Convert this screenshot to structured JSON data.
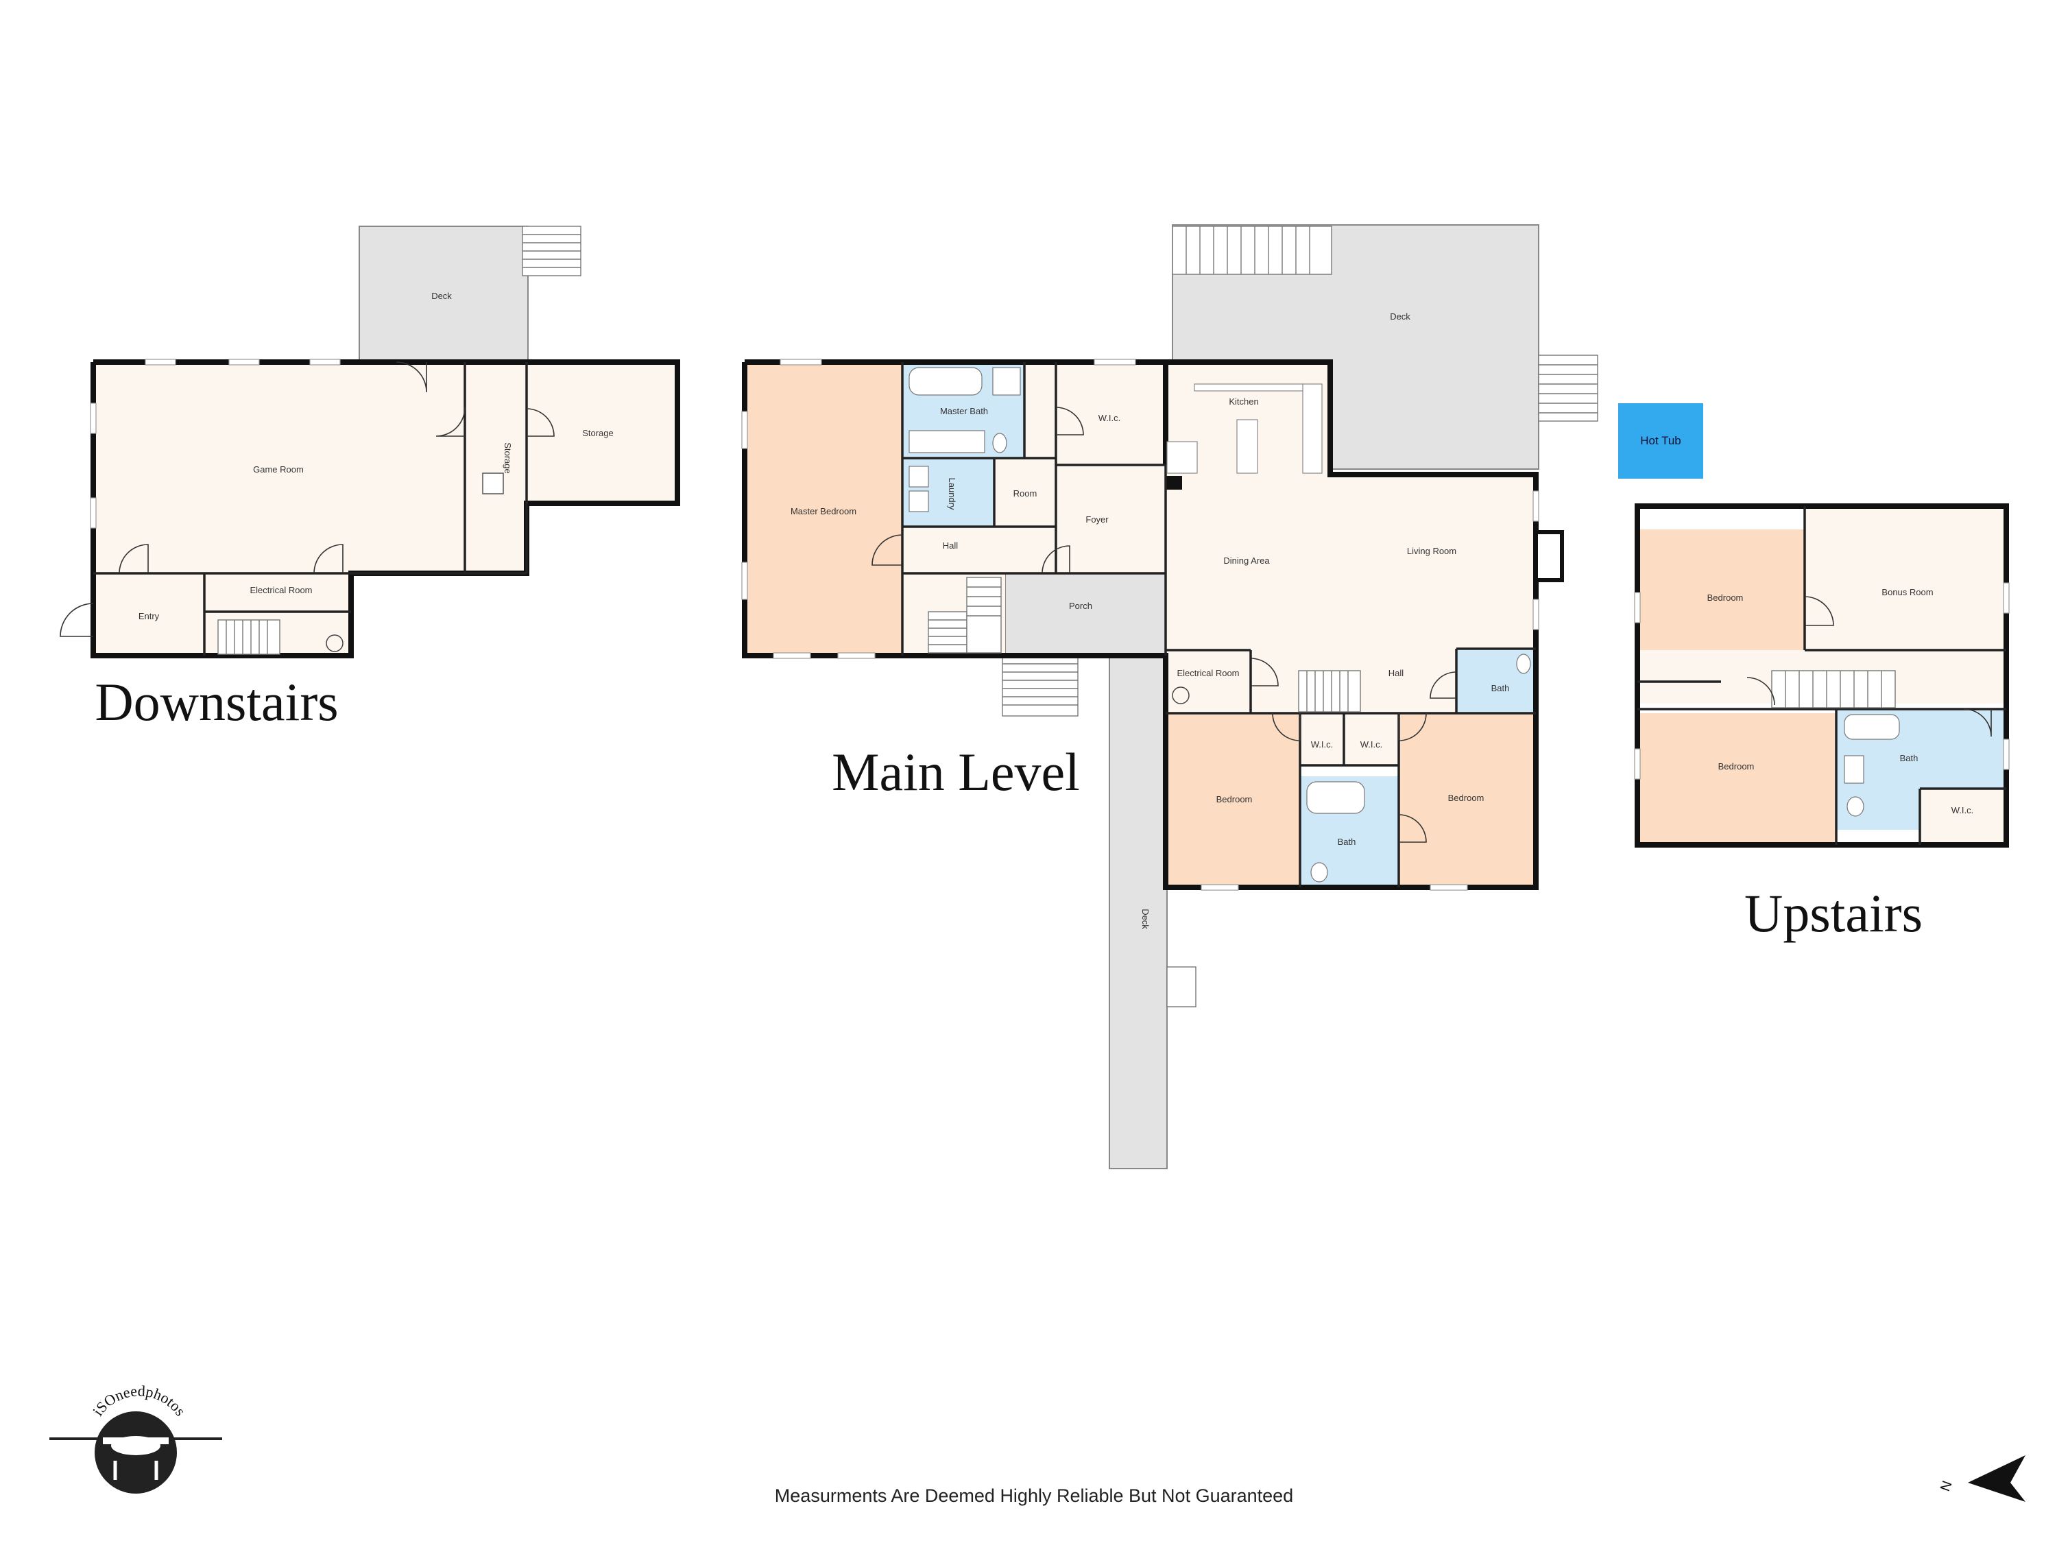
{
  "colors": {
    "room": "#fdf6ef",
    "bedroom": "#fcdcc2",
    "bath": "#cfe8f8",
    "deck": "#e3e3e3",
    "hot_tub": "#33aaee",
    "wall": "#111111"
  },
  "levels": {
    "downstairs": "Downstairs",
    "main": "Main Level",
    "upstairs": "Upstairs"
  },
  "rooms": {
    "down_deck": "Deck",
    "game_room": "Game Room",
    "storage_small": "Storage",
    "storage": "Storage",
    "entry": "Entry",
    "electrical_down": "Electrical Room",
    "main_deck": "Deck",
    "hot_tub": "Hot Tub",
    "master_bedroom": "Master Bedroom",
    "master_bath": "Master Bath",
    "wic_master": "W.I.c.",
    "laundry": "Laundry",
    "room": "Room",
    "hall_west": "Hall",
    "foyer": "Foyer",
    "kitchen": "Kitchen",
    "dining": "Dining Area",
    "living": "Living Room",
    "porch": "Porch",
    "electrical_main": "Electrical Room",
    "hall_main": "Hall",
    "bath_main": "Bath",
    "wic_a": "W.I.c.",
    "wic_b": "W.I.c.",
    "bedroom_a": "Bedroom",
    "bath_mid": "Bath",
    "bedroom_b": "Bedroom",
    "long_deck": "Deck",
    "up_bedroom_1": "Bedroom",
    "bonus_room": "Bonus Room",
    "up_bedroom_2": "Bedroom",
    "up_bath": "Bath",
    "up_wic": "W.I.c."
  },
  "logo_text": "iSOneedphotos",
  "footer": "Measurments Are Deemed Highly Reliable But Not Guaranteed",
  "compass": "N"
}
